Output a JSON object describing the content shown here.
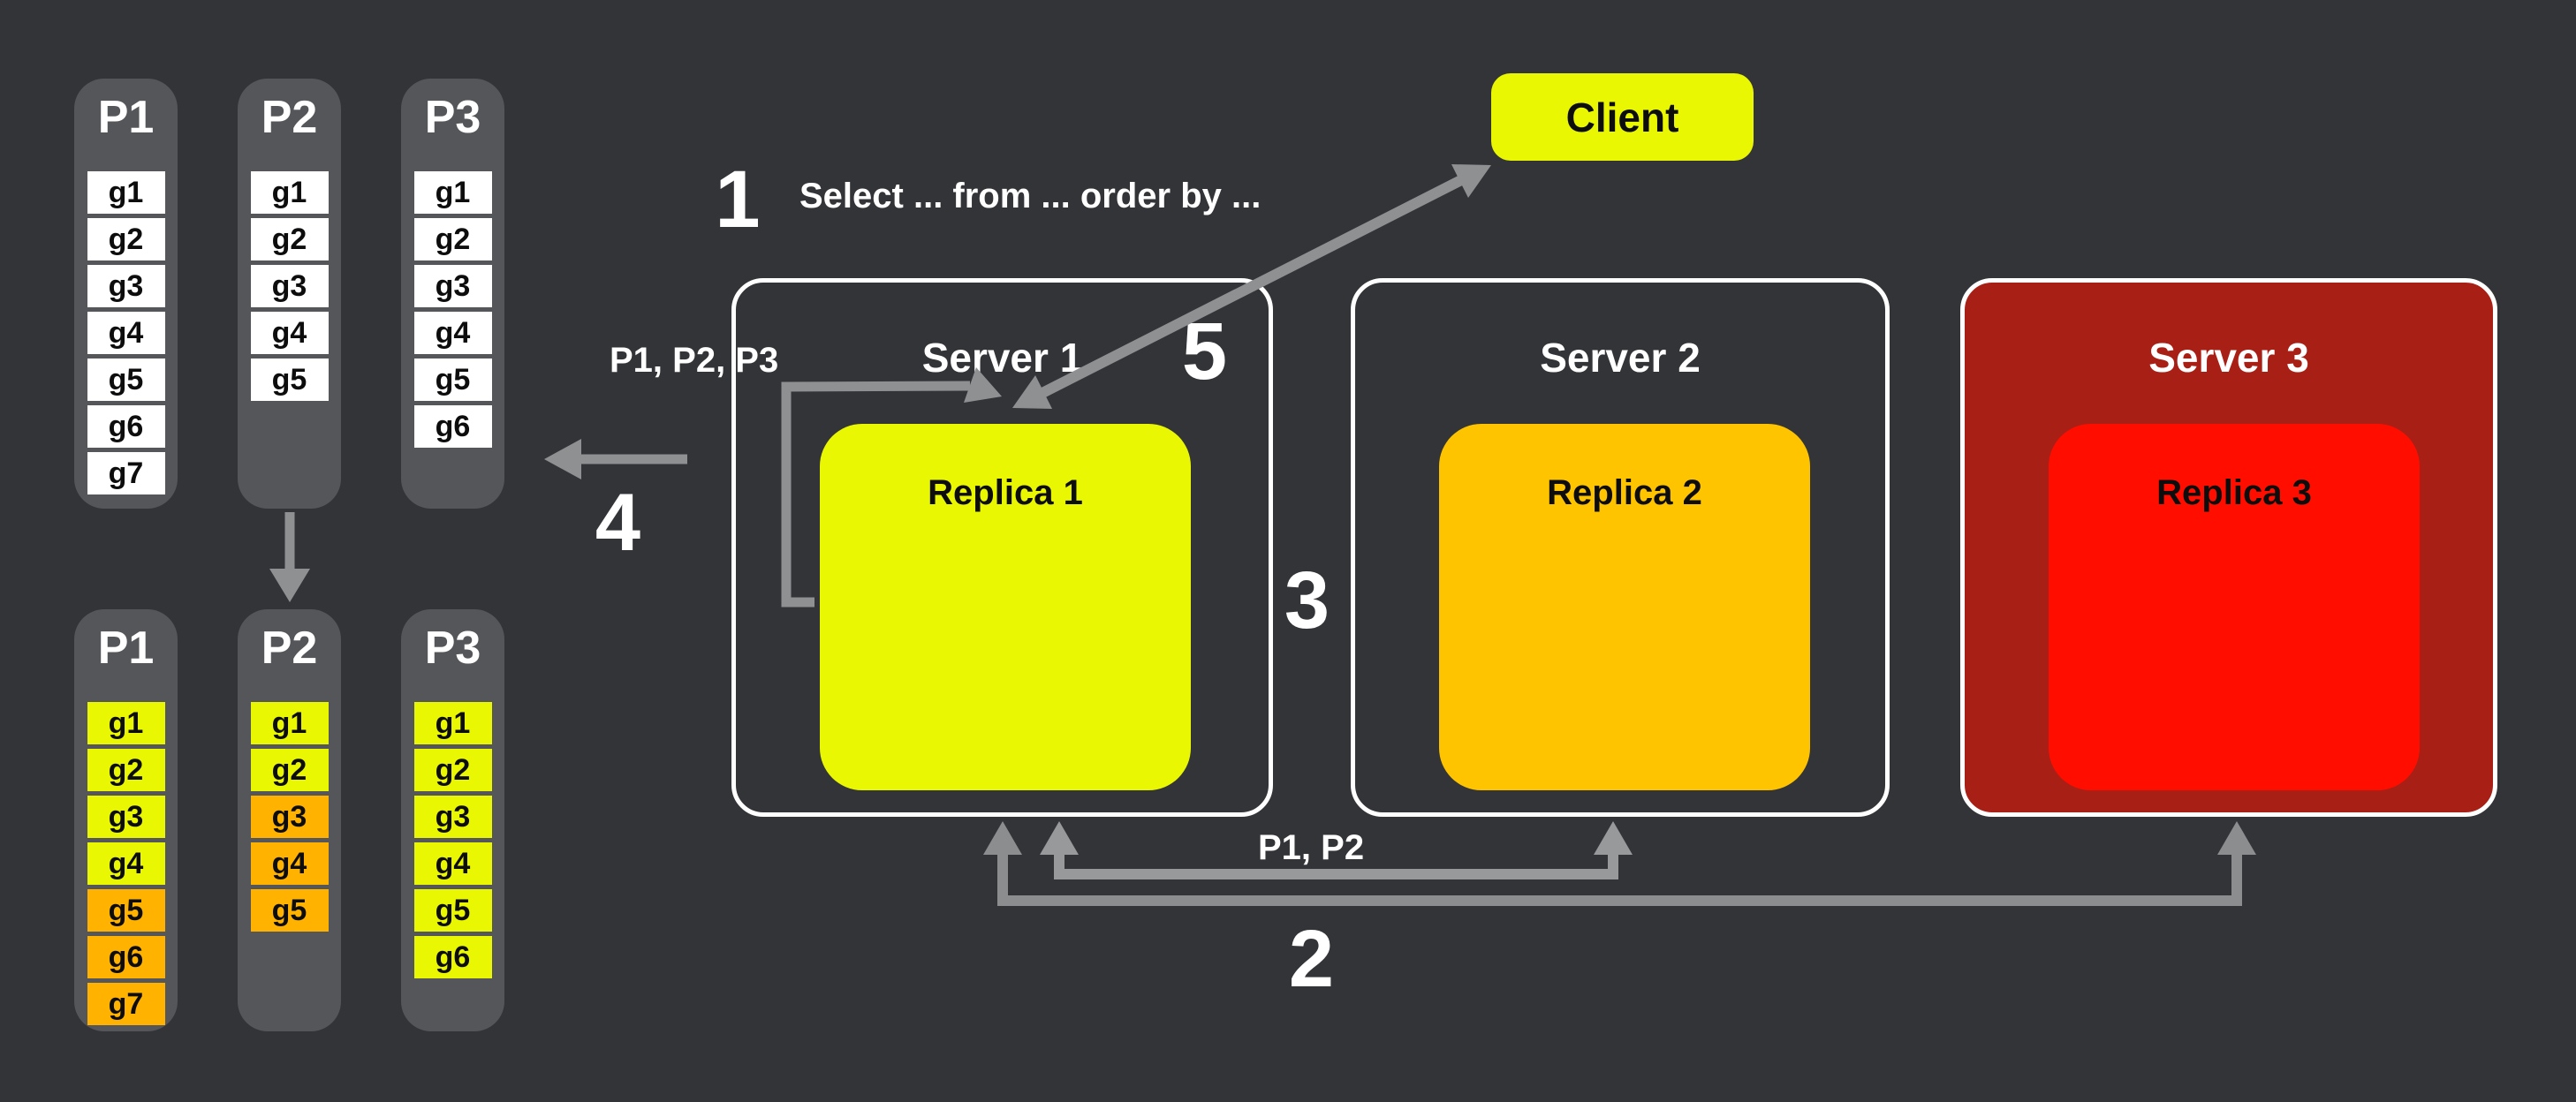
{
  "palette": {
    "background": "#333438",
    "panel_gray": "#55565a",
    "white": "#ffffff",
    "yellow": "#e9f702",
    "orange": "#ffb300",
    "gold": "#ffc400",
    "bright_red": "#ff0e00",
    "dark_red": "#a81f16",
    "arrow_gray": "#8f9092",
    "bracket_inner_gray": "#98999b",
    "bracket_outer_gray": "#8c8d8f",
    "text_dark": "#0d0d0d",
    "text_light": "#ffffff"
  },
  "top_partitions": [
    {
      "label": "P1",
      "groups": [
        {
          "label": "g1",
          "color": "white"
        },
        {
          "label": "g2",
          "color": "white"
        },
        {
          "label": "g3",
          "color": "white"
        },
        {
          "label": "g4",
          "color": "white"
        },
        {
          "label": "g5",
          "color": "white"
        },
        {
          "label": "g6",
          "color": "white"
        },
        {
          "label": "g7",
          "color": "white"
        }
      ]
    },
    {
      "label": "P2",
      "groups": [
        {
          "label": "g1",
          "color": "white"
        },
        {
          "label": "g2",
          "color": "white"
        },
        {
          "label": "g3",
          "color": "white"
        },
        {
          "label": "g4",
          "color": "white"
        },
        {
          "label": "g5",
          "color": "white"
        }
      ]
    },
    {
      "label": "P3",
      "groups": [
        {
          "label": "g1",
          "color": "white"
        },
        {
          "label": "g2",
          "color": "white"
        },
        {
          "label": "g3",
          "color": "white"
        },
        {
          "label": "g4",
          "color": "white"
        },
        {
          "label": "g5",
          "color": "white"
        },
        {
          "label": "g6",
          "color": "white"
        }
      ]
    }
  ],
  "bottom_partitions": [
    {
      "label": "P1",
      "groups": [
        {
          "label": "g1",
          "color": "yellow"
        },
        {
          "label": "g2",
          "color": "yellow"
        },
        {
          "label": "g3",
          "color": "yellow"
        },
        {
          "label": "g4",
          "color": "yellow"
        },
        {
          "label": "g5",
          "color": "orange"
        },
        {
          "label": "g6",
          "color": "orange"
        },
        {
          "label": "g7",
          "color": "orange"
        }
      ]
    },
    {
      "label": "P2",
      "groups": [
        {
          "label": "g1",
          "color": "yellow"
        },
        {
          "label": "g2",
          "color": "yellow"
        },
        {
          "label": "g3",
          "color": "orange"
        },
        {
          "label": "g4",
          "color": "orange"
        },
        {
          "label": "g5",
          "color": "orange"
        }
      ]
    },
    {
      "label": "P3",
      "groups": [
        {
          "label": "g1",
          "color": "yellow"
        },
        {
          "label": "g2",
          "color": "yellow"
        },
        {
          "label": "g3",
          "color": "yellow"
        },
        {
          "label": "g4",
          "color": "yellow"
        },
        {
          "label": "g5",
          "color": "yellow"
        },
        {
          "label": "g6",
          "color": "yellow"
        }
      ]
    }
  ],
  "client": {
    "label": "Client"
  },
  "servers": [
    {
      "title": "Server 1",
      "replica_label": "Replica 1",
      "replica_color_key": "yellow",
      "bg_key": ""
    },
    {
      "title": "Server 2",
      "replica_label": "Replica 2",
      "replica_color_key": "gold",
      "bg_key": ""
    },
    {
      "title": "Server 3",
      "replica_label": "Replica 3",
      "replica_color_key": "bright_red",
      "bg_key": "dark_red"
    }
  ],
  "steps": {
    "s1": "1",
    "s2": "2",
    "s3": "3",
    "s4": "4",
    "s5": "5"
  },
  "annotations": {
    "query_text": "Select ... from ... order by ...",
    "loop_partitions": "P1, P2, P3",
    "scatter_partitions": "P1, P2"
  }
}
